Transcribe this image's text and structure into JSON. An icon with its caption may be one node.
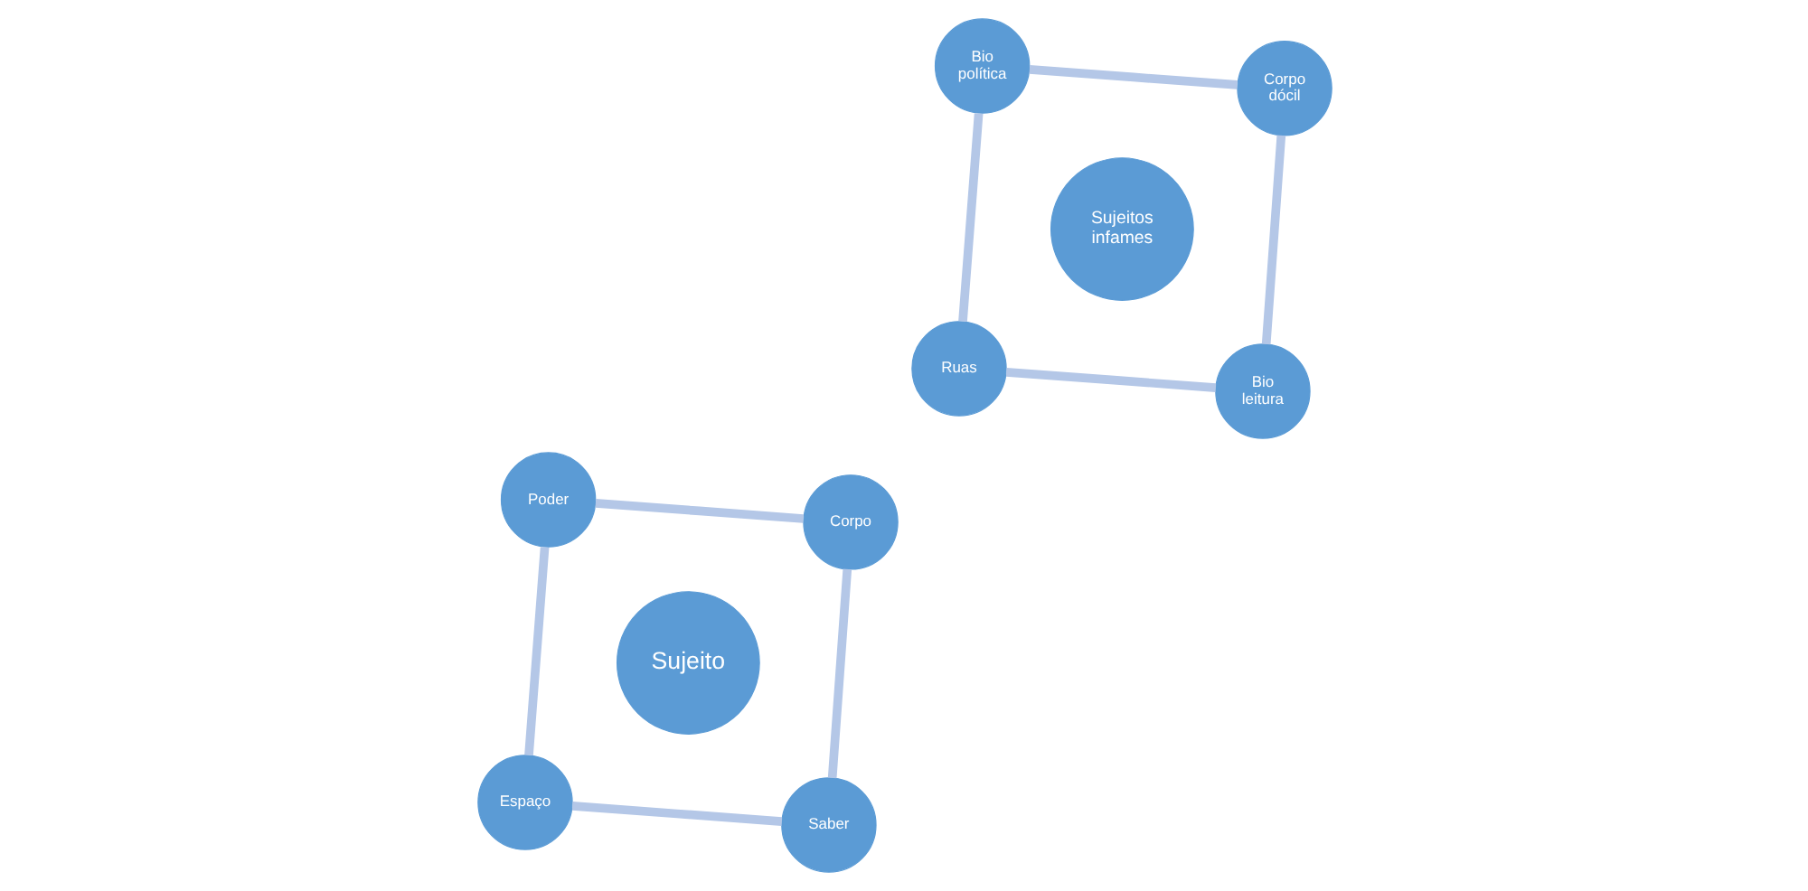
{
  "diagram": {
    "nodes": [
      {
        "text": [
          "Espaço"
        ]
      },
      {
        "text": [
          "Saber"
        ]
      },
      {
        "text": [
          "Sujeito"
        ]
      },
      {
        "text": [
          "Poder"
        ]
      },
      {
        "text": [
          "Corpo"
        ]
      },
      {
        "text": [
          "Ruas"
        ]
      },
      {
        "text": [
          "Bio leitura"
        ]
      },
      {
        "text": [
          "Sujeitos infames"
        ]
      },
      {
        "text": [
          "Bio política"
        ]
      },
      {
        "text": [
          "Corpo dócil"
        ]
      }
    ],
    "edges": [
      {
        "from": 0,
        "to": 3,
        "arrow": "none"
      },
      {
        "from": 3,
        "to": 4,
        "arrow": "none"
      },
      {
        "from": 4,
        "to": 1,
        "arrow": "none"
      },
      {
        "from": 1,
        "to": 0,
        "arrow": "none"
      },
      {
        "from": 5,
        "to": 8,
        "arrow": "none"
      },
      {
        "from": 8,
        "to": 9,
        "arrow": "none"
      },
      {
        "from": 9,
        "to": 6,
        "arrow": "none"
      },
      {
        "from": 6,
        "to": 5,
        "arrow": "none"
      }
    ]
  }
}
